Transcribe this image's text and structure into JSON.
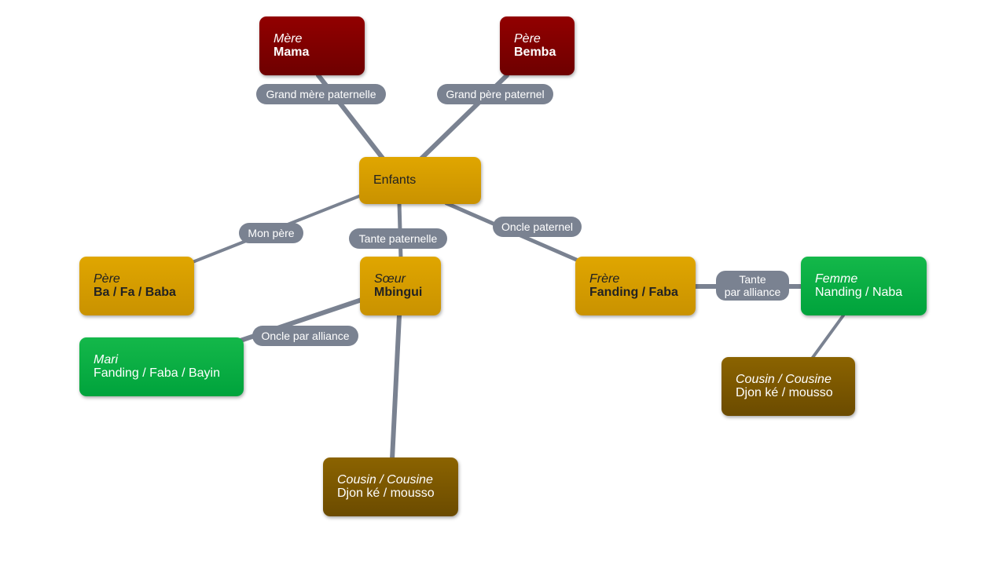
{
  "nodes": {
    "mere": {
      "role": "Mère",
      "name": "Mama"
    },
    "pere_top": {
      "role": "Père",
      "name": "Bemba"
    },
    "enfants": {
      "name": "Enfants"
    },
    "pere": {
      "role": "Père",
      "name": "Ba / Fa / Baba"
    },
    "soeur": {
      "role": "Sœur",
      "name": "Mbingui"
    },
    "frere": {
      "role": "Frère",
      "name": "Fanding / Faba"
    },
    "femme": {
      "role": "Femme",
      "name": "Nanding / Naba"
    },
    "mari": {
      "role": "Mari",
      "name": "Fanding / Faba / Bayin"
    },
    "cousin_left": {
      "role": "Cousin / Cousine",
      "name": "Djon ké / mousso"
    },
    "cousin_right": {
      "role": "Cousin / Cousine",
      "name": "Djon ké / mousso"
    }
  },
  "edges": {
    "grand_mere": "Grand mère paternelle",
    "grand_pere": "Grand père paternel",
    "mon_pere": "Mon père",
    "tante_paternelle": "Tante paternelle",
    "oncle_paternel": "Oncle paternel",
    "oncle_alliance": "Oncle par alliance",
    "tante_alliance_1": "Tante",
    "tante_alliance_2": "par alliance"
  },
  "colors": {
    "ancestor": "#8a0000",
    "family": "#d9a000",
    "spouse": "#00ab40",
    "cousin": "#7a5700",
    "connector": "#7a8291"
  }
}
